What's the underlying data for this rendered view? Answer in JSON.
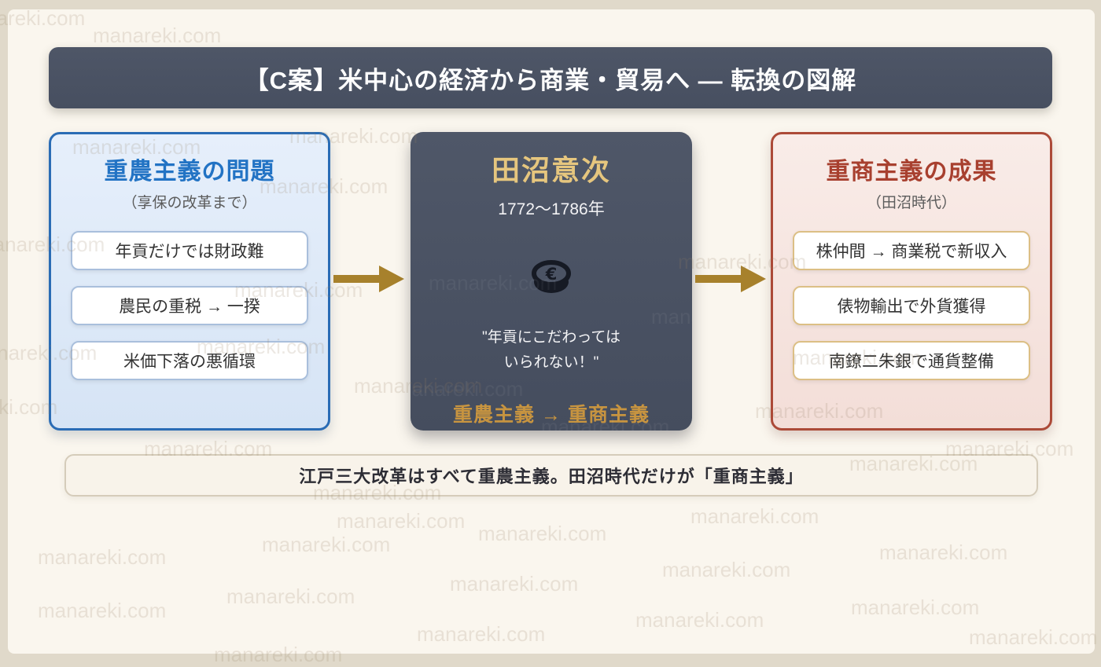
{
  "watermark": {
    "text": "manareki.com"
  },
  "header": {
    "title": "【C案】米中心の経済から商業・貿易へ ― 転換の図解"
  },
  "columns": {
    "left": {
      "title": "重農主義の問題",
      "subtitle": "（享保の改革まで）",
      "items": [
        "年貢だけでは財政難",
        "農民の重税 → 一揆",
        "米価下落の悪循環"
      ]
    },
    "center": {
      "title": "田沼意次",
      "period": "1772〜1786年",
      "icon": "coin-icon",
      "quote_line1": "\"年貢にこだわっては",
      "quote_line2": "いられない！\"",
      "transition": "重農主義 → 重商主義"
    },
    "right": {
      "title": "重商主義の成果",
      "subtitle": "（田沼時代）",
      "items": [
        "株仲間 → 商業税で新収入",
        "俵物輸出で外貨獲得",
        "南鐐二朱銀で通貨整備"
      ]
    }
  },
  "footer": {
    "note": "江戸三大改革はすべて重農主義。田沼時代だけが「重商主義」"
  },
  "colors": {
    "dark_slate": "#4b5364",
    "blue_accent": "#2a6cb5",
    "blue_heading": "#2273c4",
    "red_accent": "#ac4a38",
    "red_heading": "#a8402f",
    "arrow_gold": "#a7812c",
    "gold_title": "#e6c67e",
    "bronze_text": "#c79440",
    "left_bg": "#dde9f8",
    "right_bg": "#f7e6e2",
    "canvas_bg": "#faf6ee",
    "outer_bg": "#e0d9ca"
  }
}
